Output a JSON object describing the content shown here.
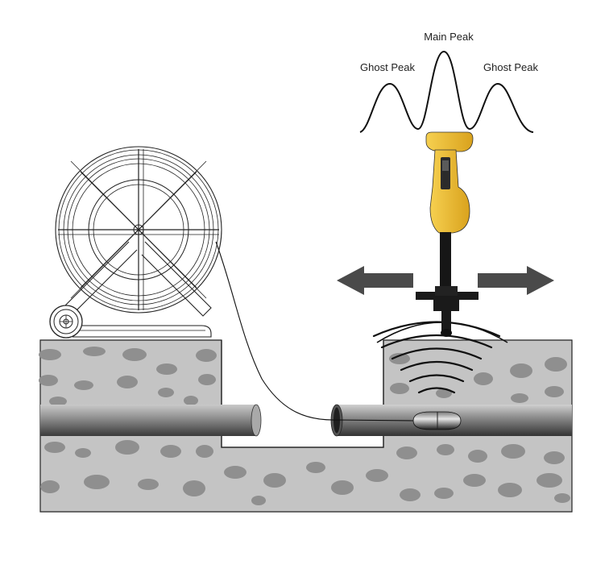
{
  "labels": {
    "main_peak": "Main Peak",
    "ghost_peak_left": "Ghost Peak",
    "ghost_peak_right": "Ghost Peak"
  },
  "colors": {
    "soil": "#c4c4c4",
    "stone": "#8f8f8f",
    "locator_yellow": "#f2c230",
    "locator_dark": "#1a1a1a",
    "arrow": "#4a4a4a",
    "pipe_dark": "#3a3a3a",
    "pipe_light": "#bdbdbd"
  },
  "icons": {
    "reel": "cable-reel-icon",
    "locator": "handheld-locator-icon",
    "sonde": "sonde-transmitter-icon"
  }
}
